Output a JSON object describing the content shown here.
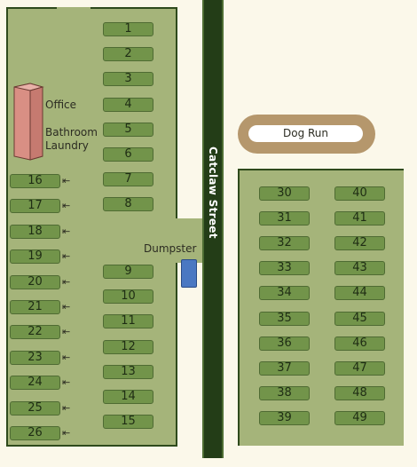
{
  "street": {
    "name": "Catclaw Street"
  },
  "labels": {
    "office": "Office",
    "bathroom": "Bathroom",
    "laundry": "Laundry",
    "dumpster": "Dumpster",
    "dog_run": "Dog Run"
  },
  "sites": {
    "left_column": [
      "16",
      "17",
      "18",
      "19",
      "20",
      "21",
      "22",
      "23",
      "24",
      "25",
      "26"
    ],
    "mid_column_top": [
      "1",
      "2",
      "3",
      "4",
      "5",
      "6",
      "7",
      "8"
    ],
    "mid_column_bottom": [
      "9",
      "10",
      "11",
      "12",
      "13",
      "14",
      "15"
    ],
    "right_col_a": [
      "30",
      "31",
      "32",
      "33",
      "34",
      "35",
      "36",
      "37",
      "38",
      "39"
    ],
    "right_col_b": [
      "40",
      "41",
      "42",
      "43",
      "44",
      "45",
      "46",
      "47",
      "48",
      "49"
    ]
  },
  "arrow_glyph": "⇤",
  "colors": {
    "lot": "#a5b47a",
    "site": "#72944a",
    "street": "#233d17",
    "office": "#d98f84",
    "dumpster": "#4a78c2",
    "dog_run": "#b5976c"
  }
}
